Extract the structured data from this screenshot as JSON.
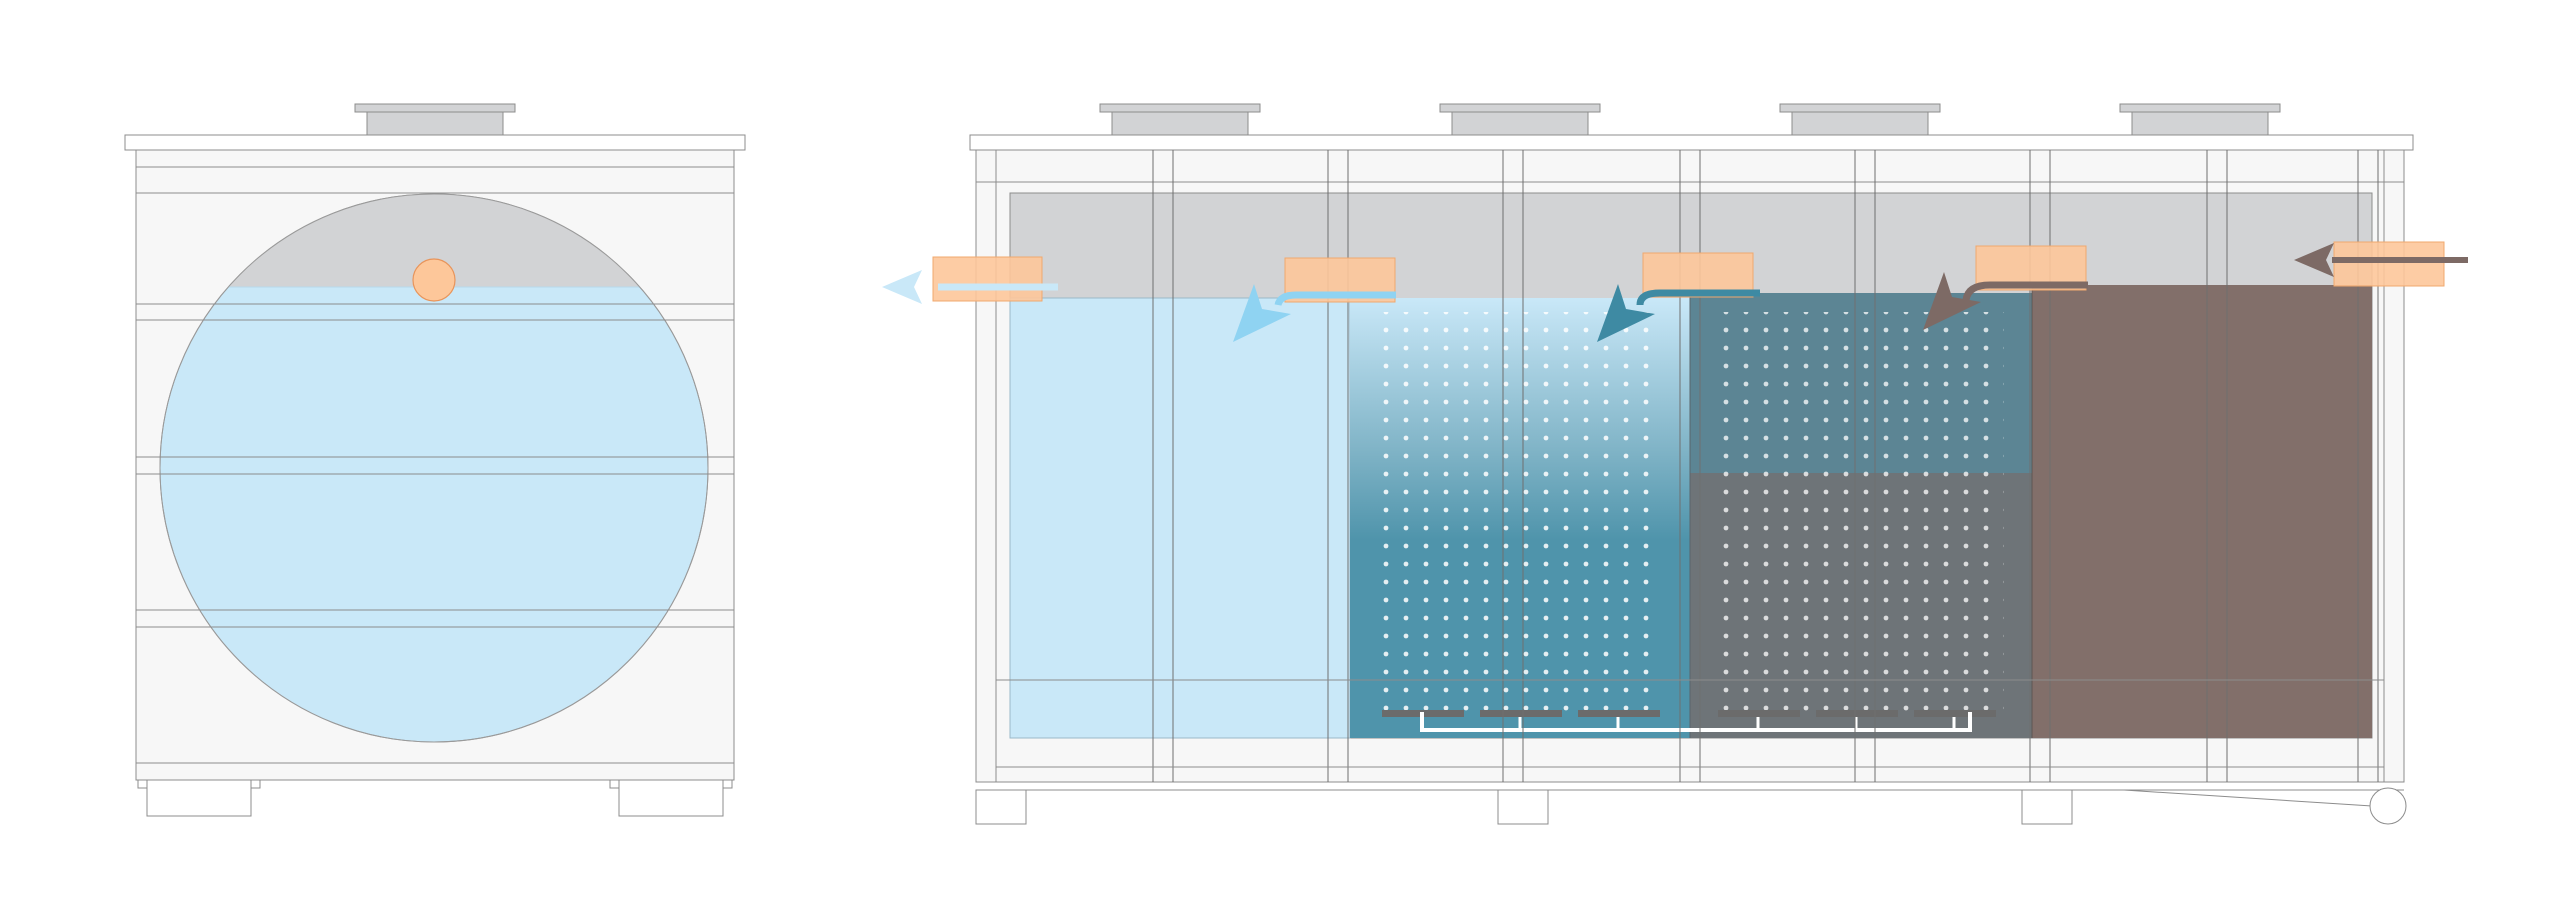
{
  "diagram": {
    "description_visible_text": "",
    "views": [
      {
        "id": "end-view",
        "parts": [
          "tank-shell",
          "circular-tank",
          "water",
          "inlet-port",
          "manhole-riser",
          "support-feet"
        ]
      },
      {
        "id": "side-view",
        "parts": [
          "tank-shell",
          "gas-headspace",
          "chamber-clear-water",
          "chamber-aerobic-media",
          "chamber-anoxic-media",
          "chamber-settling",
          "manhole-risers",
          "pipe-fittings",
          "flow-arrows",
          "aeration-diffusers",
          "support-feet",
          "wheel"
        ]
      }
    ],
    "colors": {
      "background": "#ffffff",
      "shell_fill": "#f7f7f7",
      "shell_stroke": "#8c8c8c",
      "riser_fill": "#d2d3d5",
      "headspace": "#d2d3d5",
      "clear_water": "#c9e8f8",
      "aerobic_water": "#4f94ab",
      "anoxic_water": "#6e7478",
      "settling_sludge": "#826f6a",
      "pipe_fitting": "#fdc79a",
      "pipe_fitting_stroke": "#f0a86e",
      "arrow_clear": "#8fd3f2",
      "arrow_aerobic": "#3e8aa3",
      "arrow_sludge": "#7d6a65",
      "media_dots": "#ffffff",
      "diffuser_bar": "#6b6b6b"
    },
    "chambers": [
      {
        "id": "settling",
        "color_key": "settling_sludge"
      },
      {
        "id": "anoxic-media",
        "color_key": "anoxic_water"
      },
      {
        "id": "aerobic-media",
        "color_key": "aerobic_water"
      },
      {
        "id": "clear-water",
        "color_key": "clear_water"
      }
    ],
    "flow_direction": "right-to-left"
  }
}
